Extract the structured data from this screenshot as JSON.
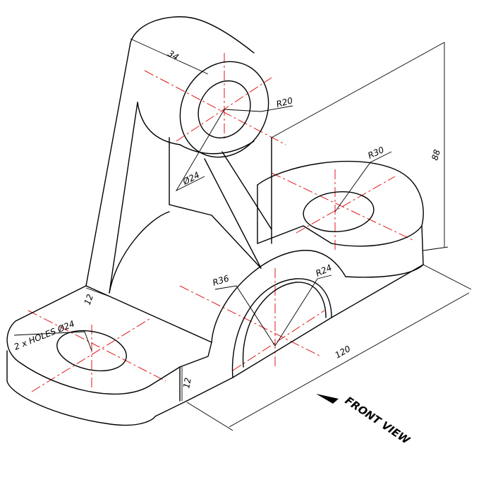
{
  "dimensions": {
    "top_boss_width": "34",
    "top_radius": "R20",
    "top_hole": "Ø24",
    "right_radius": "R30",
    "height": "88",
    "saddle_outer": "R36",
    "saddle_inner": "R24",
    "length": "120",
    "rib_thickness": "12",
    "base_thickness": "12",
    "holes_note": "2 x HOLES Ø24"
  },
  "labels": {
    "view_direction": "FRONT VIEW"
  },
  "colors": {
    "outline": "#000000",
    "centerline": "#e0191c"
  }
}
